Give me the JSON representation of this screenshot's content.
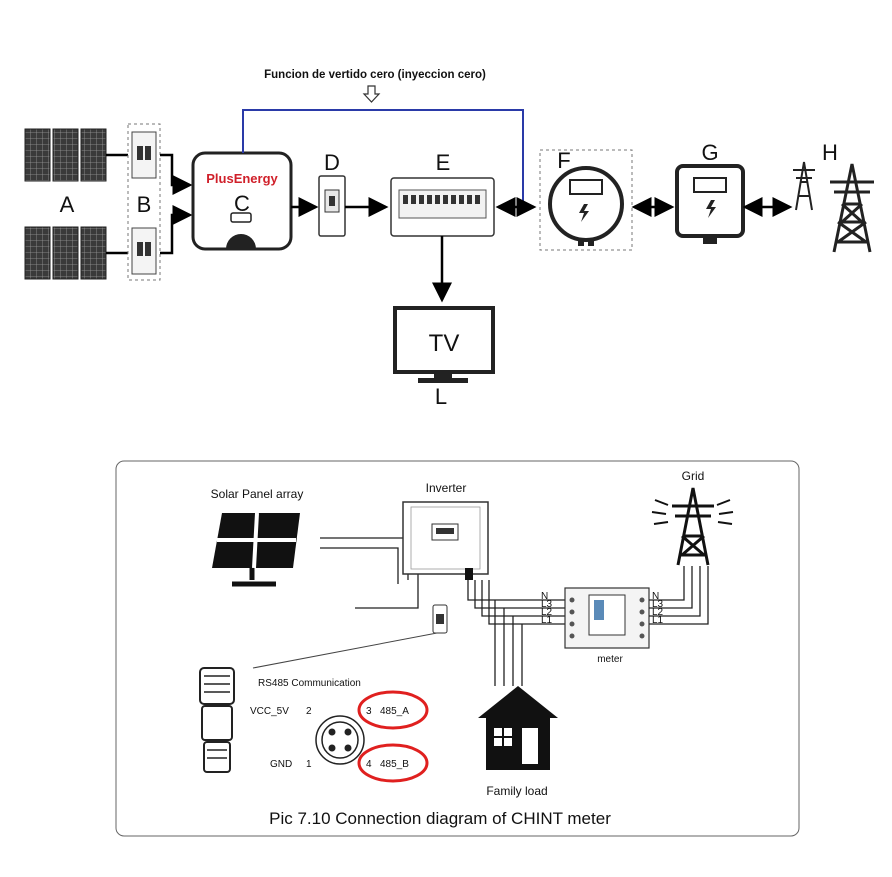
{
  "top": {
    "zero_export_label": "Funcion de vertido cero (inyeccion cero)",
    "letters": {
      "a": "A",
      "b": "B",
      "c": "C",
      "d": "D",
      "e": "E",
      "f": "F",
      "g": "G",
      "h": "H",
      "l": "L"
    },
    "inverter_brand": "PlusEnergy",
    "tv_label": "TV",
    "colors": {
      "brand": "#d0202a",
      "zero_export_line": "#2a3aa8"
    }
  },
  "bottom": {
    "solar_label": "Solar Panel array",
    "inverter_label": "Inverter",
    "grid_label": "Grid",
    "meter_label": "meter",
    "family_label": "Family load",
    "rs485_label": "RS485 Communication",
    "pins": {
      "vcc": "VCC_5V",
      "p2": "2",
      "p3": "3",
      "a": "485_A",
      "gnd": "GND",
      "p1": "1",
      "p4": "4",
      "b": "485_B"
    },
    "lines_left": [
      "N",
      "L3",
      "L2",
      "L1"
    ],
    "lines_right": [
      "N",
      "L3",
      "L2",
      "L1"
    ],
    "caption": "Pic  7.10 Connection diagram of CHINT meter",
    "colors": {
      "highlight": "#e0201f"
    }
  }
}
